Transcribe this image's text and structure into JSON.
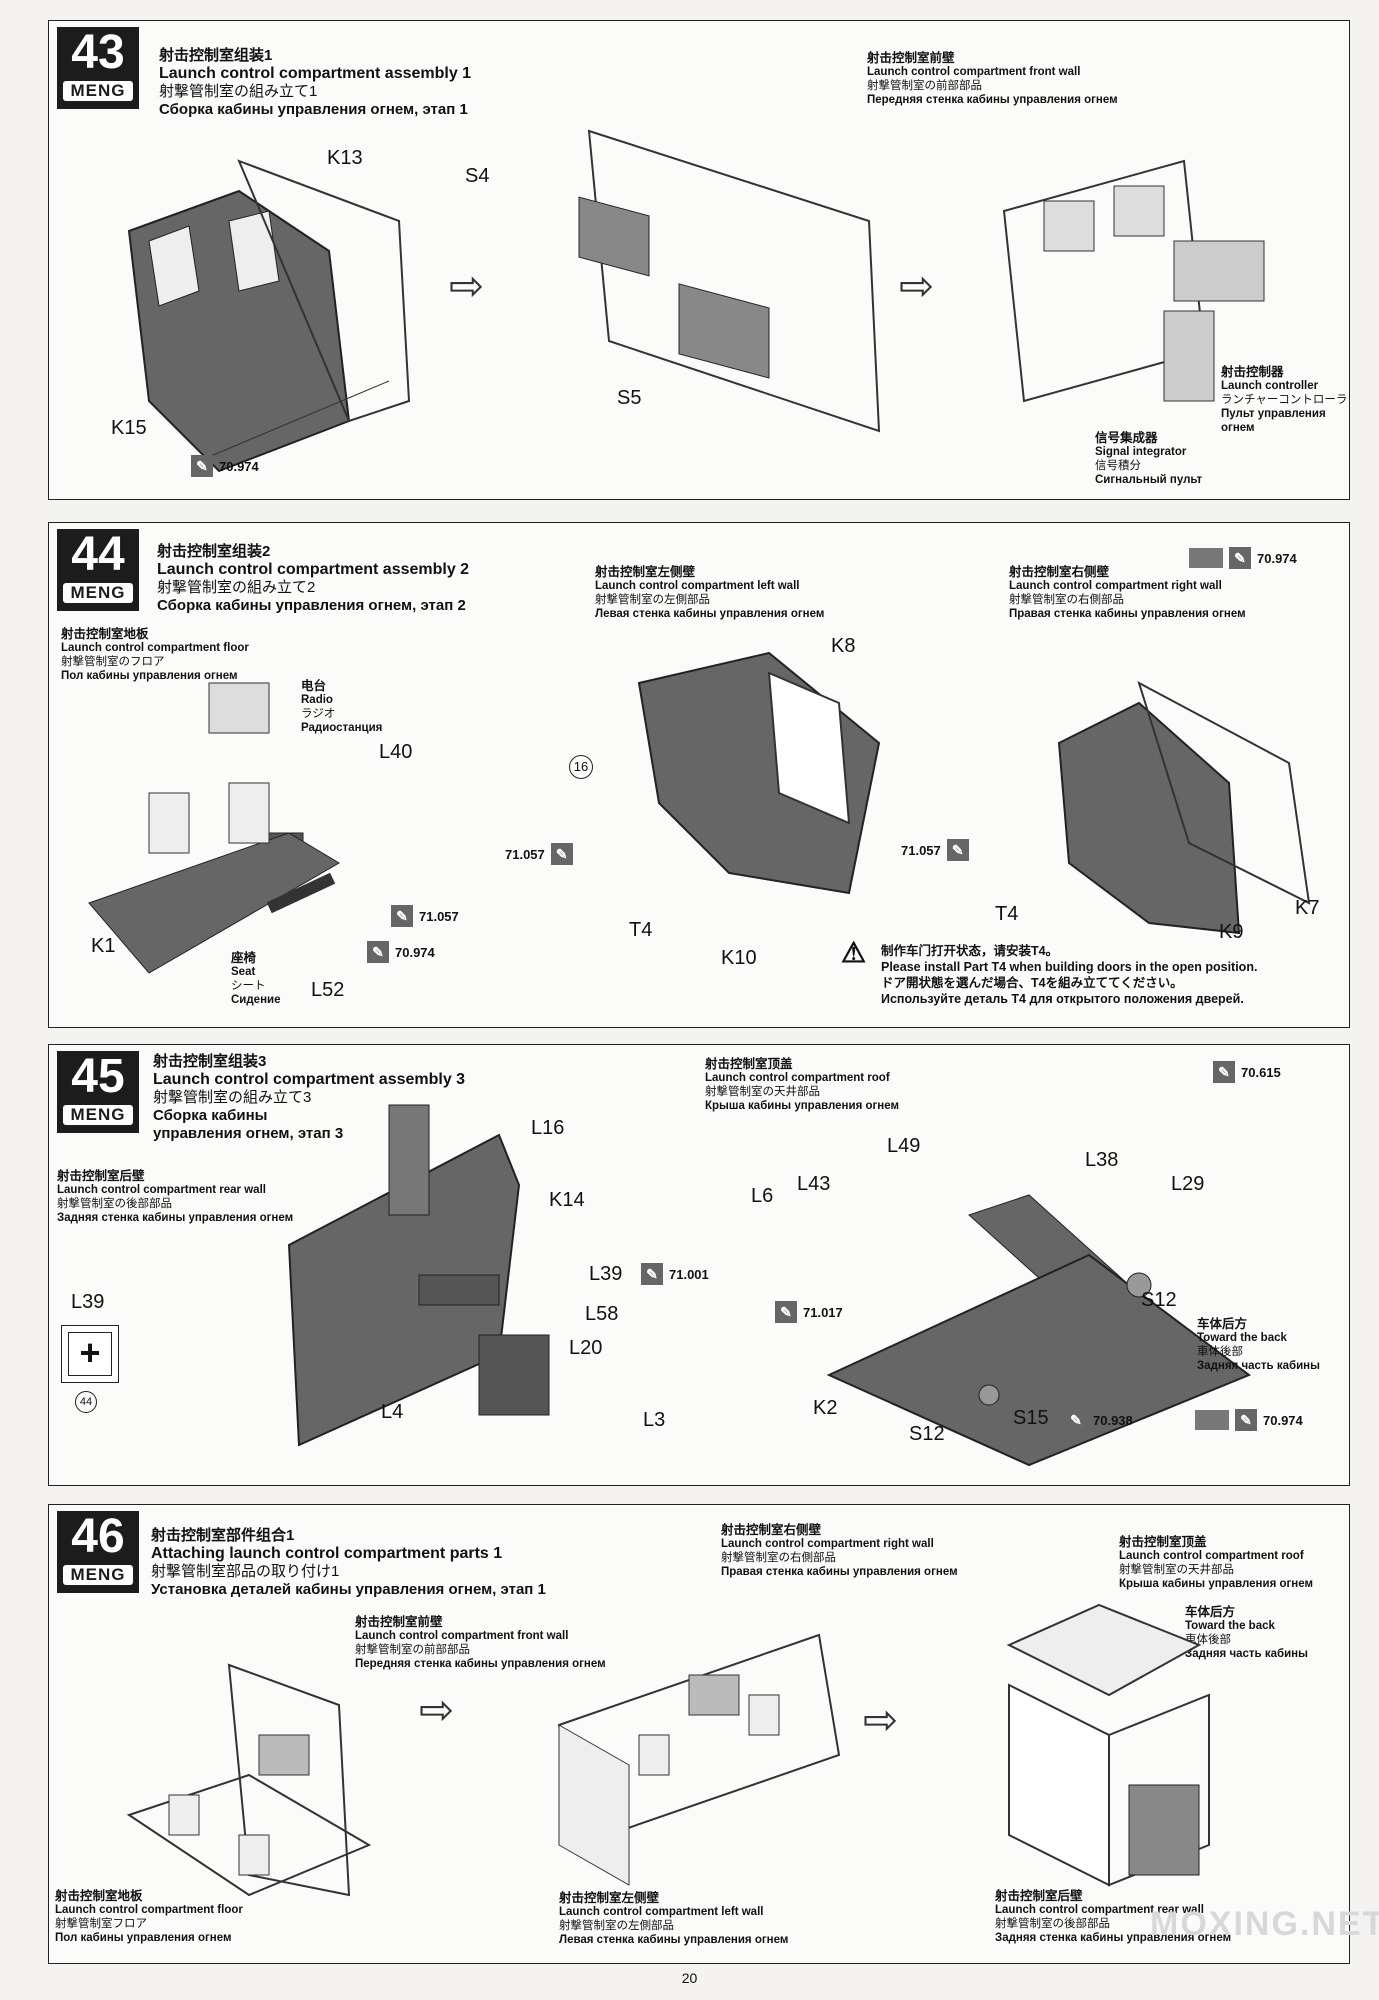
{
  "brand": "MENG",
  "steps": [
    {
      "number": "43",
      "title_cn": "射击控制室组装1",
      "title_en": "Launch control compartment assembly 1",
      "title_jp": "射撃管制室の組み立て1",
      "title_ru": "Сборка кабины управления огнем, этап 1",
      "parts": [
        "K13",
        "K15",
        "S4",
        "S5"
      ],
      "paint": [
        "70.974"
      ],
      "front_wall": {
        "cn": "射击控制室前壁",
        "en": "Launch control compartment front wall",
        "jp": "射撃管制室の前部部品",
        "ru": "Передняя стенка кабины управления огнем"
      },
      "launch_controller": {
        "cn": "射击控制器",
        "en": "Launch controller",
        "jp": "ランチャーコントローラ",
        "ru": "Пульт управления огнем"
      },
      "signal_integrator": {
        "cn": "信号集成器",
        "en": "Signal integrator",
        "jp": "信号積分",
        "ru": "Сигнальный пульт"
      }
    },
    {
      "number": "44",
      "title_cn": "射击控制室组装2",
      "title_en": "Launch control compartment assembly 2",
      "title_jp": "射撃管制室の組み立て2",
      "title_ru": "Сборка кабины управления огнем, этап 2",
      "floor": {
        "cn": "射击控制室地板",
        "en": "Launch control compartment floor",
        "jp": "射撃管制室のフロア",
        "ru": "Пол кабины управления огнем"
      },
      "radio": {
        "cn": "电台",
        "en": "Radio",
        "jp": "ラジオ",
        "ru": "Радиостанция"
      },
      "seat": {
        "cn": "座椅",
        "en": "Seat",
        "jp": "シート",
        "ru": "Сидение"
      },
      "left_wall": {
        "cn": "射击控制室左侧壁",
        "en": "Launch control compartment left wall",
        "jp": "射撃管制室の左側部品",
        "ru": "Левая стенка кабины управления огнем"
      },
      "right_wall": {
        "cn": "射击控制室右侧壁",
        "en": "Launch control compartment right wall",
        "jp": "射撃管制室の右側部品",
        "ru": "Правая стенка кабины управления огнем"
      },
      "parts": [
        "L40",
        "K1",
        "L52",
        "K8",
        "K10",
        "T4",
        "T4",
        "K7",
        "K9"
      ],
      "callout": "16",
      "paint": [
        "71.057",
        "70.974",
        "71.057",
        "71.057",
        "70.974"
      ],
      "warning": {
        "cn": "制作车门打开状态，请安装T4。",
        "en": "Please install Part T4 when building doors in the open position.",
        "jp": "ドア開状態を選んだ場合、T4を組み立ててください。",
        "ru": "Используйте деталь T4 для открытого положения дверей."
      }
    },
    {
      "number": "45",
      "title_cn": "射击控制室组装3",
      "title_en": "Launch control compartment assembly 3",
      "title_jp": "射撃管制室の組み立て3",
      "title_ru1": "Сборка кабины",
      "title_ru2": "управления огнем, этап 3",
      "rear_wall": {
        "cn": "射击控制室后壁",
        "en": "Launch control compartment rear wall",
        "jp": "射撃管制室の後部部品",
        "ru": "Задняя стенка кабины управления огнем"
      },
      "roof": {
        "cn": "射击控制室顶盖",
        "en": "Launch control compartment roof",
        "jp": "射撃管制室の天井部品",
        "ru": "Крыша кабины управления огнем"
      },
      "back": {
        "cn": "车体后方",
        "en": "Toward the back",
        "jp": "車体後部",
        "ru": "Задняя часть кабины"
      },
      "parts": [
        "L16",
        "K14",
        "L39",
        "L58",
        "L20",
        "L4",
        "L3",
        "L6",
        "L43",
        "L49",
        "L38",
        "L29",
        "S12",
        "K2",
        "S12",
        "S15"
      ],
      "inset_part": "L39",
      "inset_ref": "44",
      "paint": [
        "71.001",
        "71.017",
        "70.615",
        "70.938",
        "70.974"
      ]
    },
    {
      "number": "46",
      "title_cn": "射击控制室部件组合1",
      "title_en": "Attaching launch control compartment parts 1",
      "title_jp": "射撃管制室部品の取り付け1",
      "title_ru": "Установка деталей кабины управления огнем, этап 1",
      "front_wall": {
        "cn": "射击控制室前壁",
        "en": "Launch control compartment front wall",
        "jp": "射撃管制室の前部部品",
        "ru": "Передняя стенка кабины управления огнем"
      },
      "floor": {
        "cn": "射击控制室地板",
        "en": "Launch control compartment floor",
        "jp": "射撃管制室フロア",
        "ru": "Пол кабины управления огнем"
      },
      "right_wall": {
        "cn": "射击控制室右侧壁",
        "en": "Launch control compartment right wall",
        "jp": "射撃管制室の右側部品",
        "ru": "Правая стенка кабины управления огнем"
      },
      "left_wall": {
        "cn": "射击控制室左侧壁",
        "en": "Launch control compartment left wall",
        "jp": "射撃管制室の左側部品",
        "ru": "Левая стенка кабины управления огнем"
      },
      "roof": {
        "cn": "射击控制室顶盖",
        "en": "Launch control compartment roof",
        "jp": "射撃管制室の天井部品",
        "ru": "Крыша кабины управления огнем"
      },
      "back": {
        "cn": "车体后方",
        "en": "Toward the back",
        "jp": "車体後部",
        "ru": "Задняя часть кабины"
      },
      "rear_wall": {
        "cn": "射击控制室后壁",
        "en": "Launch control compartment rear wall",
        "jp": "射撃管制室の後部部品",
        "ru": "Задняя стенка кабины управления огнем"
      }
    }
  ],
  "watermark": "MOXING.NET",
  "page_number": "20"
}
